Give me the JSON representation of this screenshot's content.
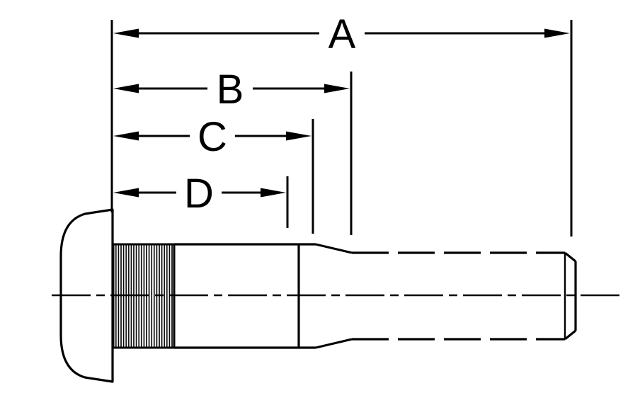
{
  "diagram": {
    "type": "technical-drawing",
    "background_color": "#ffffff",
    "line_color": "#000000",
    "dimension_labels": {
      "a": "A",
      "b": "B",
      "c": "C",
      "d": "D"
    }
  }
}
